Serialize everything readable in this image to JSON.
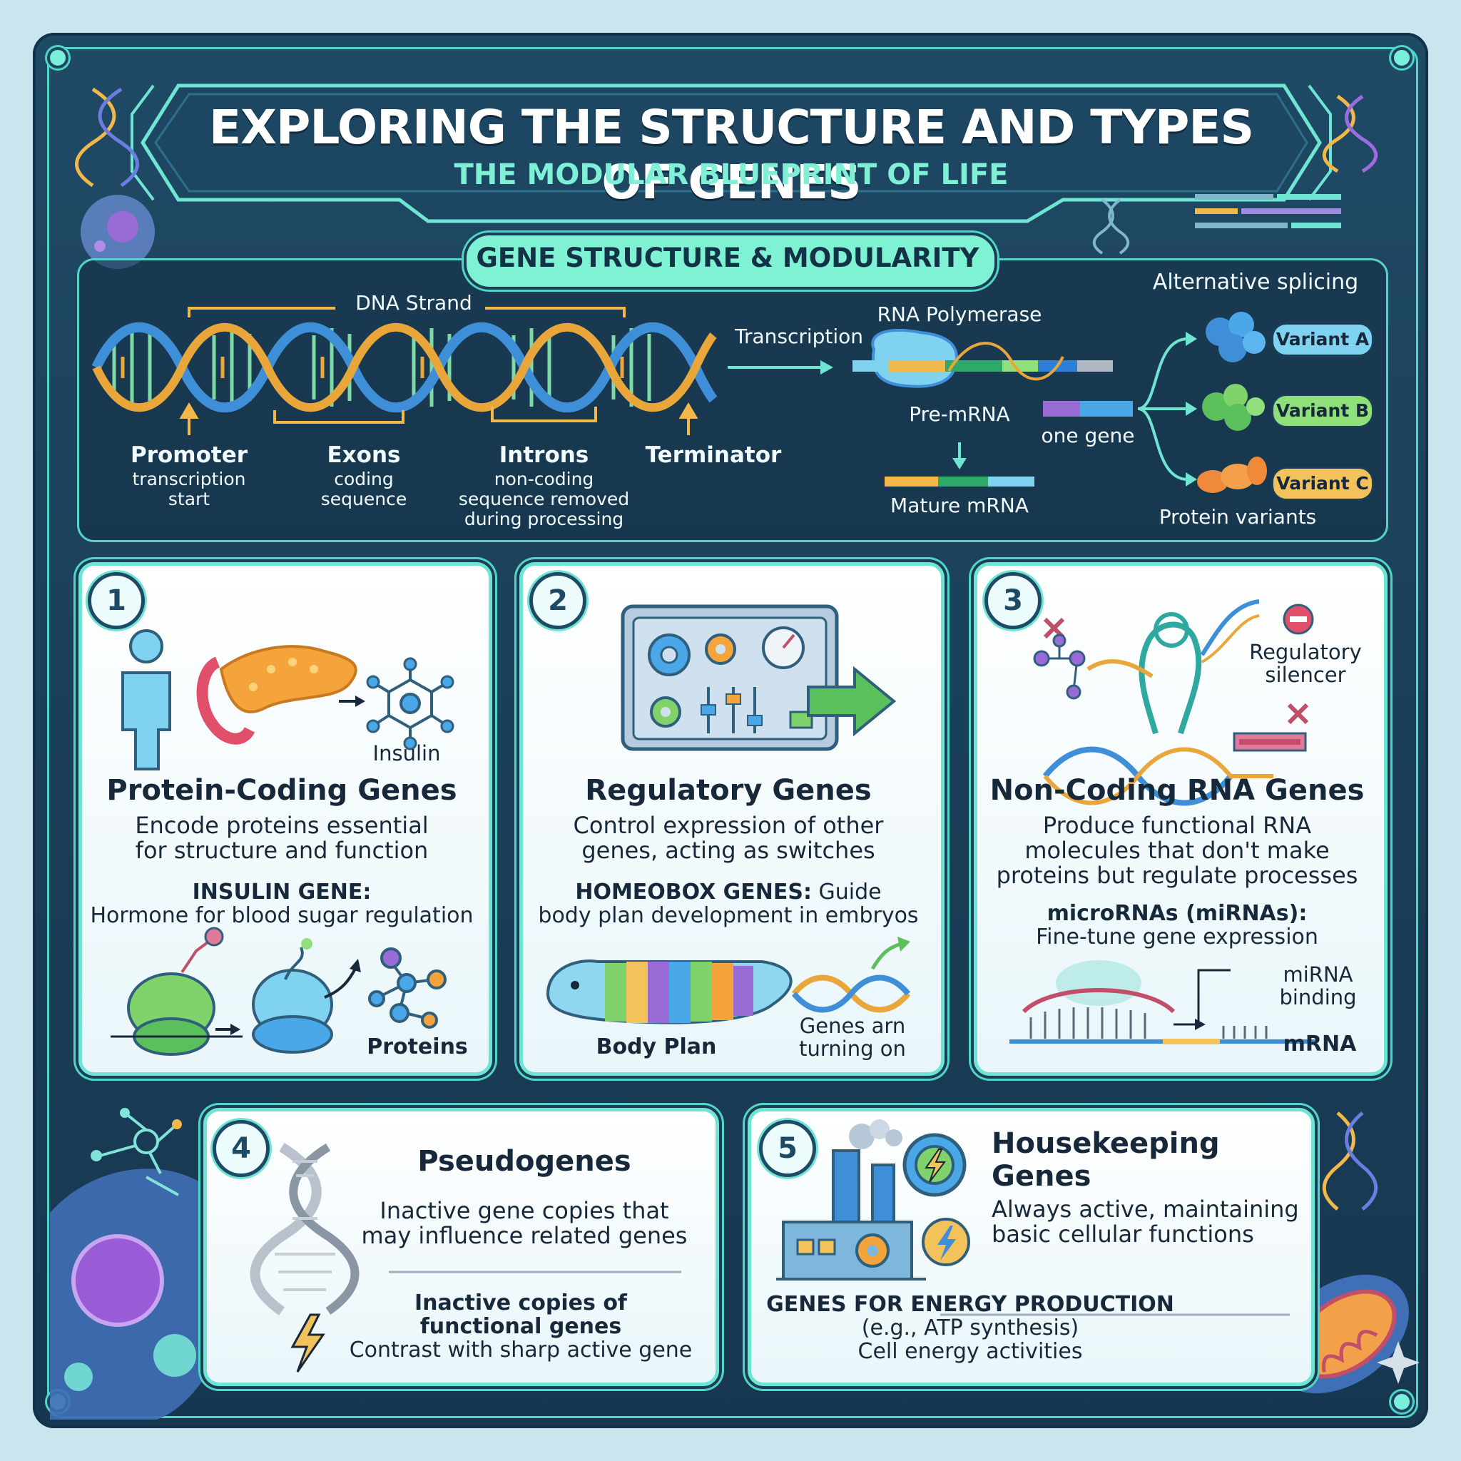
{
  "header": {
    "title": "EXPLORING THE STRUCTURE AND TYPES OF GENES",
    "subtitle": "THE MODULAR BLUEPRINT OF LIFE"
  },
  "structure": {
    "section_label": "GENE STRUCTURE & MODULARITY",
    "dna_strand": "DNA Strand",
    "promoter": {
      "name": "Promoter",
      "desc": [
        "transcription",
        "start"
      ]
    },
    "exons": {
      "name": "Exons",
      "desc": [
        "coding",
        "sequence"
      ]
    },
    "introns": {
      "name": "Introns",
      "desc": [
        "non-coding",
        "sequence removed",
        "during processing"
      ]
    },
    "terminator": "Terminator",
    "transcription": "Transcription",
    "rna_polymerase": "RNA Polymerase",
    "pre_mrna": "Pre-mRNA",
    "mature_mrna": "Mature mRNA",
    "one_gene": "one gene",
    "alt_splicing": "Alternative splicing",
    "variants": [
      "Variant A",
      "Variant B",
      "Variant C"
    ],
    "protein_variants": "Protein variants"
  },
  "cards": [
    {
      "number": "1",
      "title": "Protein-Coding Genes",
      "desc": [
        "Encode proteins essential",
        "for structure and function"
      ],
      "example_head": "INSULIN GENE:",
      "example_body": "Hormone for blood sugar regulation",
      "tag": "Insulin",
      "caption": "Proteins"
    },
    {
      "number": "2",
      "title": "Regulatory Genes",
      "desc": [
        "Control expression of other",
        "genes, acting as switches"
      ],
      "example_head": "HOMEOBOX GENES:",
      "example_rest": " Guide",
      "example_body": "body plan development in embryos",
      "caption_left": "Body Plan",
      "caption_right": [
        "Genes arn",
        "turning on"
      ]
    },
    {
      "number": "3",
      "title": "Non-Coding RNA Genes",
      "desc": [
        "Produce functional RNA",
        "molecules that don't make",
        "proteins but regulate processes"
      ],
      "example_head": "microRNAs (miRNAs):",
      "example_body": "Fine-tune gene expression",
      "tag": [
        "Regulatory",
        "silencer"
      ],
      "mirna_label": [
        "miRNA",
        "binding"
      ],
      "mrna_label": "mRNA"
    },
    {
      "number": "4",
      "title": "Pseudogenes",
      "desc": [
        "Inactive gene copies that",
        "may influence related genes"
      ],
      "example_head": [
        "Inactive copies of",
        "functional genes"
      ],
      "example_body": "Contrast with sharp active gene"
    },
    {
      "number": "5",
      "title": [
        "Housekeeping",
        "Genes"
      ],
      "desc": [
        "Always active, maintaining",
        "basic cellular functions"
      ],
      "example_head": "GENES FOR ENERGY PRODUCTION",
      "example_body": [
        "(e.g., ATP synthesis)",
        "Cell energy activities"
      ]
    }
  ],
  "colors": {
    "frame": "#1f4a66",
    "accent": "#4fd6c4",
    "mint": "#7ef2d2",
    "dna_blue": "#3f8fd8",
    "dna_orange": "#e9a63a",
    "variant_a": "#7fd3f0",
    "variant_b": "#8fe07a",
    "variant_c": "#f4c25a"
  }
}
